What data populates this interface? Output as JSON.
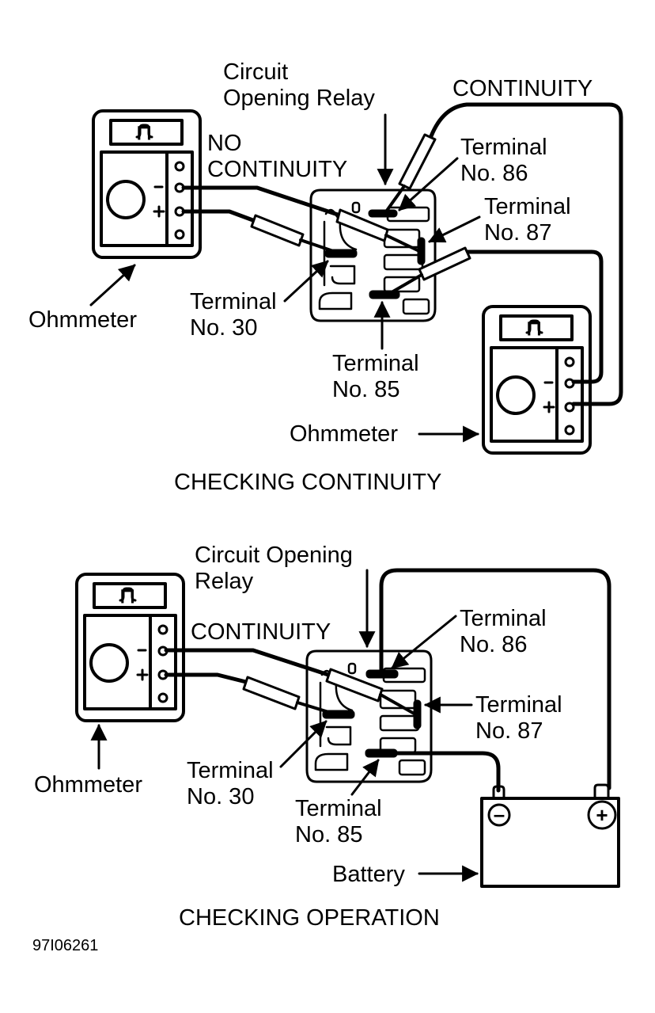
{
  "figure_code": "97I06261",
  "top_panel": {
    "caption": "CHECKING CONTINUITY",
    "relay_label": [
      "Circuit",
      "Opening Relay"
    ],
    "no_continuity_label": [
      "NO",
      "CONTINUITY"
    ],
    "continuity_label": "CONTINUITY",
    "terminal_86": [
      "Terminal",
      "No. 86"
    ],
    "terminal_87": [
      "Terminal",
      "No. 87"
    ],
    "terminal_30": [
      "Terminal",
      "No. 30"
    ],
    "terminal_85": [
      "Terminal",
      "No. 85"
    ],
    "ohmmeter_left_label": "Ohmmeter",
    "ohmmeter_right_label": "Ohmmeter"
  },
  "bottom_panel": {
    "caption": "CHECKING OPERATION",
    "relay_label": [
      "Circuit Opening",
      "Relay"
    ],
    "continuity_label": "CONTINUITY",
    "terminal_86": [
      "Terminal",
      "No. 86"
    ],
    "terminal_87": [
      "Terminal",
      "No. 87"
    ],
    "terminal_30": [
      "Terminal",
      "No. 30"
    ],
    "terminal_85": [
      "Terminal",
      "No. 85"
    ],
    "ohmmeter_label": "Ohmmeter",
    "battery_label": "Battery"
  },
  "ohmmeter": {
    "display_symbol": "⊓",
    "minus": "–",
    "plus": "+"
  },
  "battery": {
    "negative": "–",
    "positive": "+"
  }
}
